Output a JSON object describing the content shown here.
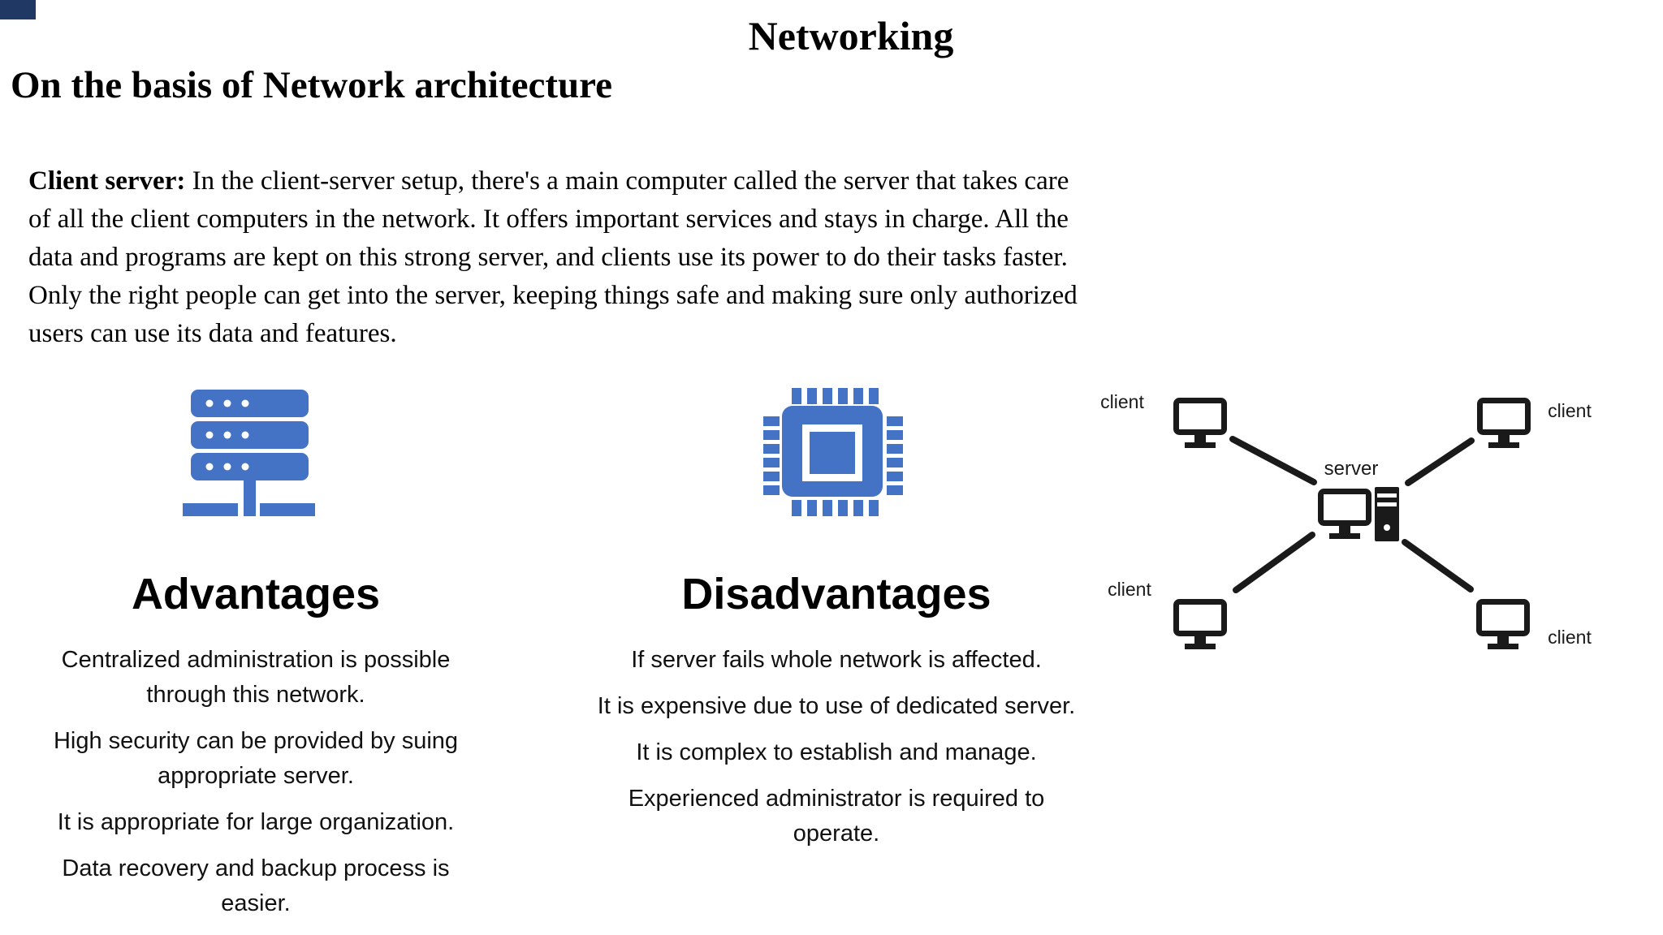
{
  "page": {
    "title": "Networking",
    "heading": "On the basis of Network architecture"
  },
  "intro": {
    "bold": "Client server:",
    "lines": [
      " In the client-server setup, there's a main computer called the server that takes care",
      "of all the client computers in the network. It offers important services and stays in charge. All the",
      "data and programs are kept on this strong server, and clients use its power to do their tasks faster.",
      "Only the right people can get into the server, keeping things safe and making sure only authorized",
      "users can use its data and features."
    ]
  },
  "advantages": {
    "heading": "Advantages",
    "items": [
      "Centralized administration is possible through this network.",
      "High security can be provided by suing appropriate server.",
      "It is appropriate for large organization.",
      "Data recovery and backup process is easier."
    ]
  },
  "disadvantages": {
    "heading": "Disadvantages",
    "items": [
      "If server fails whole network is affected.",
      "It is expensive due to use of dedicated server.",
      "It is complex to establish and manage.",
      "Experienced administrator is required to operate."
    ]
  },
  "diagram": {
    "server_label": "server",
    "client_labels": [
      "client",
      "client",
      "client",
      "client"
    ]
  },
  "icons": {
    "advantages_icon": "server-rack-icon",
    "disadvantages_icon": "cpu-chip-icon",
    "diagram_icons": "monitor-icon, computer-tower-icon"
  },
  "colors": {
    "icon_blue": "#4472C4",
    "diagram_black": "#1a1a1a",
    "corner_accent": "#1f3864",
    "text": "#000000"
  }
}
